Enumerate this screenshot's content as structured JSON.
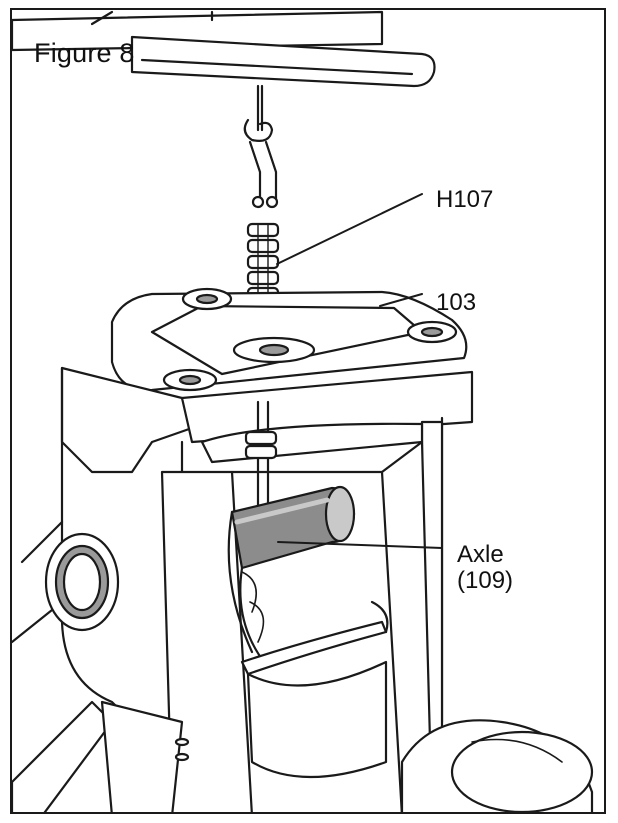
{
  "figure": {
    "title": "Figure 8"
  },
  "labels": {
    "hook": "H107",
    "frame_part": "103",
    "axle_line1": "Axle",
    "axle_line2": "(109)"
  },
  "colors": {
    "line": "#1a1a1a",
    "axle_fill": "#8c8c8c",
    "axle_highlight": "#c9c9c9",
    "hole_ring": "#9a9a9a",
    "background": "#ffffff"
  }
}
